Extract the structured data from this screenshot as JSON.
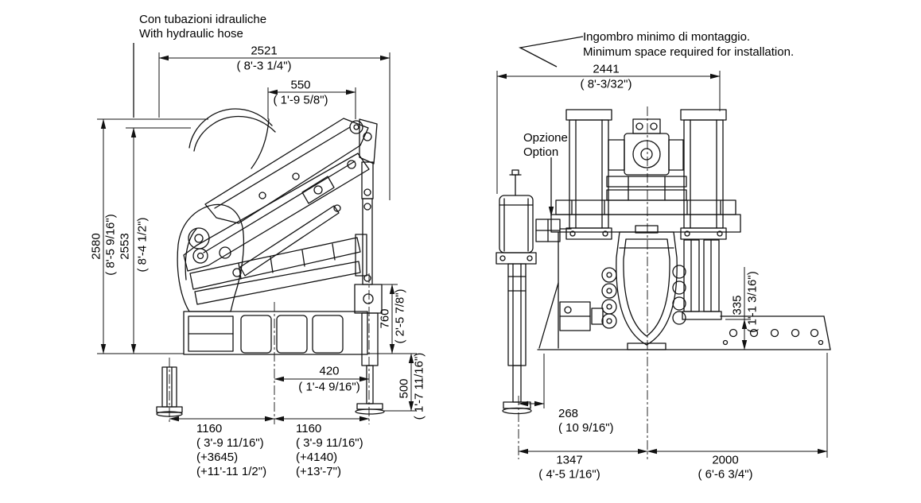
{
  "colors": {
    "ink": "#111111",
    "background": "#ffffff"
  },
  "notes": {
    "hydraulic": {
      "it": "Con tubazioni idrauliche",
      "en": "With hydraulic hose"
    },
    "installation": {
      "it": "Ingombro minimo di montaggio.",
      "en": "Minimum space required for installation."
    },
    "option": {
      "it": "Opzione",
      "en": "Option"
    }
  },
  "side": {
    "d2521": {
      "mm": "2521",
      "ft": "( 8'-3 1/4\")"
    },
    "d550": {
      "mm": "550",
      "ft": "( 1'-9 5/8\")"
    },
    "d2580": {
      "mm": "2580",
      "ft": "( 8'-5 9/16\")"
    },
    "d2553": {
      "mm": "2553",
      "ft": "( 8'-4 1/2\")"
    },
    "d760": {
      "mm": "760",
      "ft": "( 2'-5 7/8\")"
    },
    "d500": {
      "mm": "500",
      "ft": "( 1'-7 11/16\")"
    },
    "d420": {
      "mm": "420",
      "ft": "( 1'-4 9/16\")"
    },
    "d1160L": {
      "mm": "1160",
      "ft": "( 3'-9 11/16\")",
      "ext_mm": "(+3645)",
      "ext_ft": "(+11'-11 1/2\")"
    },
    "d1160R": {
      "mm": "1160",
      "ft": "( 3'-9 11/16\")",
      "ext_mm": "(+4140)",
      "ext_ft": "(+13'-7\")"
    }
  },
  "rear": {
    "d2441": {
      "mm": "2441",
      "ft": "( 8'-3/32\")"
    },
    "d335": {
      "mm": "335",
      "ft": "( 1'-1 3/16\")"
    },
    "d268": {
      "mm": "268",
      "ft": "( 10 9/16\")"
    },
    "d1347": {
      "mm": "1347",
      "ft": "( 4'-5 1/16\")"
    },
    "d2000": {
      "mm": "2000",
      "ft": "( 6'-6 3/4\")"
    }
  }
}
